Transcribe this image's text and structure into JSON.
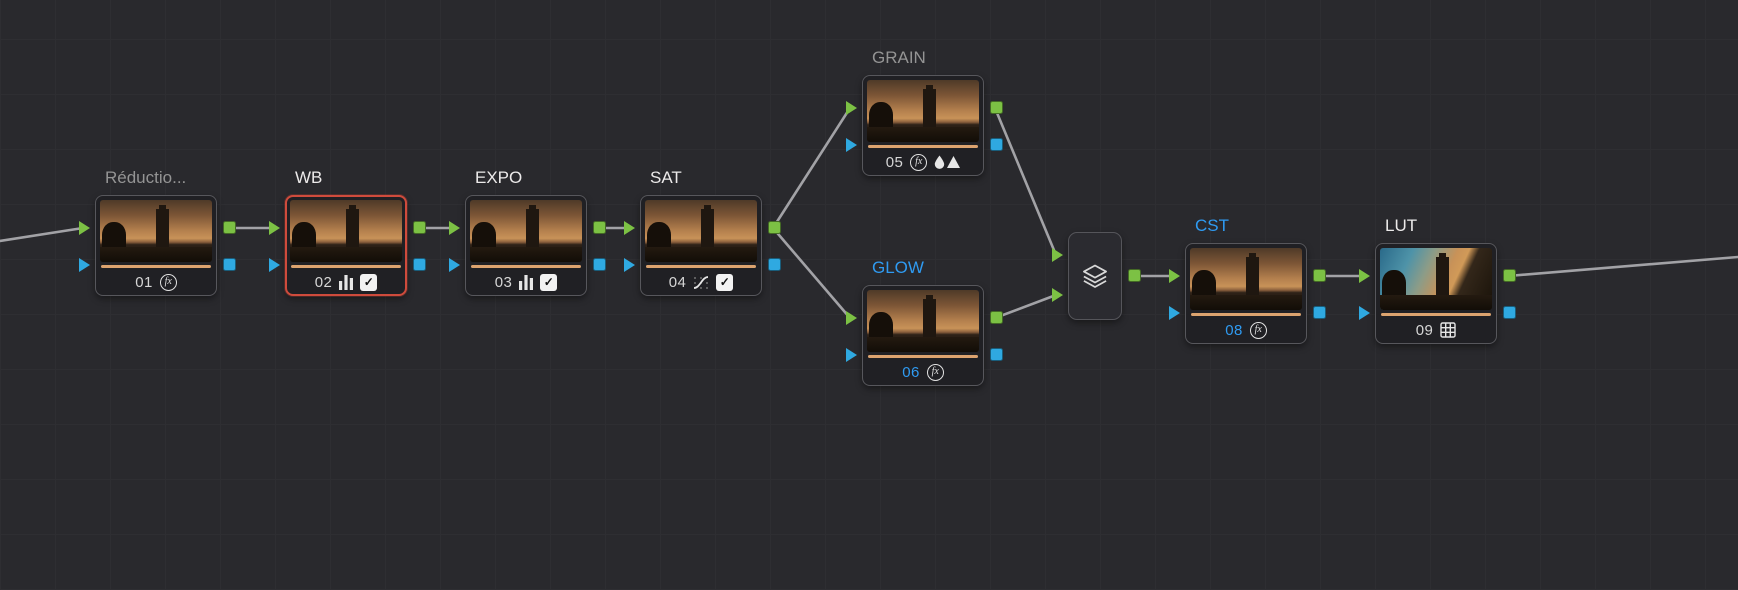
{
  "canvas": {
    "background": "#29292d",
    "grid_line": "#2e2e32",
    "edge_color": "#a2a2a6",
    "selected_border": "#cf4b3c",
    "green_port": "#7cc144",
    "blue_port": "#2fa9e1",
    "cache_bar": "#dca36f",
    "label_blue": "#2f9bf2"
  },
  "icon_glyphs": {
    "fx": "fx",
    "check": "✓"
  },
  "nodes": [
    {
      "id": "node-01",
      "label": "Réductio...",
      "label_style": "gray",
      "number": "01",
      "number_style": "normal",
      "icons": [
        "fx"
      ],
      "selected": false
    },
    {
      "id": "node-02",
      "label": "WB",
      "label_style": "white",
      "number": "02",
      "number_style": "normal",
      "icons": [
        "histogram",
        "checkbox"
      ],
      "selected": true
    },
    {
      "id": "node-03",
      "label": "EXPO",
      "label_style": "white",
      "number": "03",
      "number_style": "normal",
      "icons": [
        "histogram",
        "checkbox"
      ],
      "selected": false
    },
    {
      "id": "node-04",
      "label": "SAT",
      "label_style": "white",
      "number": "04",
      "number_style": "normal",
      "icons": [
        "curve",
        "checkbox"
      ],
      "selected": false
    },
    {
      "id": "node-05",
      "label": "GRAIN",
      "label_style": "gray",
      "number": "05",
      "number_style": "normal",
      "icons": [
        "fx",
        "droplet",
        "triangle"
      ],
      "selected": false
    },
    {
      "id": "node-06",
      "label": "GLOW",
      "label_style": "blue",
      "number": "06",
      "number_style": "blue",
      "icons": [
        "fx"
      ],
      "selected": false
    },
    {
      "id": "node-08",
      "label": "CST",
      "label_style": "blue",
      "number": "08",
      "number_style": "blue",
      "icons": [
        "fx"
      ],
      "selected": false
    },
    {
      "id": "node-09",
      "label": "LUT",
      "label_style": "white",
      "number": "09",
      "number_style": "normal",
      "icons": [
        "lut-grid"
      ],
      "selected": false
    }
  ],
  "mixer": {
    "id": "layer-mixer",
    "icon": "layers"
  },
  "connections": [
    {
      "from": "canvas-left",
      "to": "node-01"
    },
    {
      "from": "node-01",
      "to": "node-02"
    },
    {
      "from": "node-02",
      "to": "node-03"
    },
    {
      "from": "node-03",
      "to": "node-04"
    },
    {
      "from": "node-04",
      "to": "node-05"
    },
    {
      "from": "node-04",
      "to": "node-06"
    },
    {
      "from": "node-05",
      "to": "layer-mixer"
    },
    {
      "from": "node-06",
      "to": "layer-mixer"
    },
    {
      "from": "layer-mixer",
      "to": "node-08"
    },
    {
      "from": "node-08",
      "to": "node-09"
    },
    {
      "from": "node-09",
      "to": "canvas-right"
    }
  ]
}
